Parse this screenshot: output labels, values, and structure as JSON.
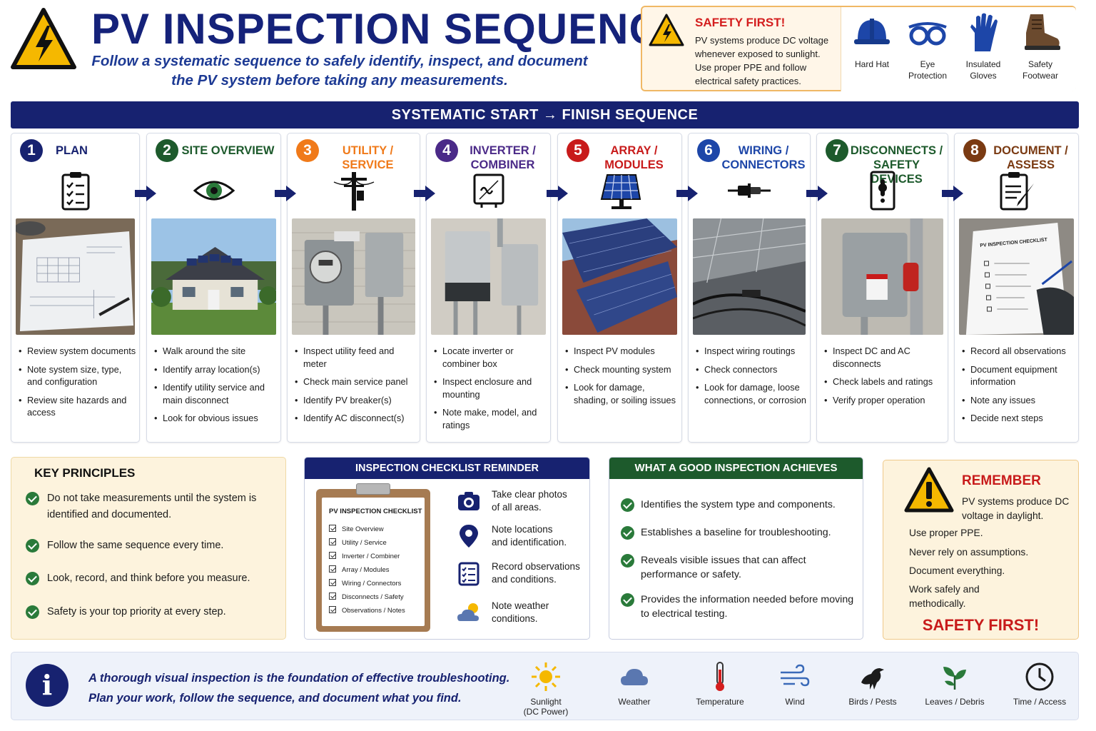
{
  "header": {
    "title": "PV INSPECTION SEQUENCE",
    "subtitle_line1": "Follow a systematic sequence to safely identify, inspect, and document",
    "subtitle_line2": "the PV system before taking any measurements."
  },
  "safety": {
    "title": "SAFETY FIRST!",
    "lines": [
      "PV systems produce DC voltage",
      "whenever exposed to sunlight.",
      "Use proper PPE and follow",
      "electrical safety practices."
    ],
    "ppe": [
      {
        "icon": "hard-hat-icon",
        "label1": "Hard Hat",
        "label2": ""
      },
      {
        "icon": "eye-protection-icon",
        "label1": "Eye",
        "label2": "Protection"
      },
      {
        "icon": "insulated-gloves-icon",
        "label1": "Insulated",
        "label2": "Gloves"
      },
      {
        "icon": "safety-footwear-icon",
        "label1": "Safety",
        "label2": "Footwear"
      }
    ]
  },
  "banner": "SYSTEMATIC START → FINISH SEQUENCE",
  "steps": [
    {
      "num": "1",
      "t1": "PLAN",
      "t2": "",
      "color": "#172270",
      "icon": "checklist-icon",
      "bullets": [
        "Review system documents",
        "Note system size, type, and configuration",
        "Review site hazards and access"
      ]
    },
    {
      "num": "2",
      "t1": "SITE OVERVIEW",
      "t2": "",
      "color": "#1d5a2c",
      "icon": "eye-icon",
      "bullets": [
        "Walk around the site",
        "Identify array location(s)",
        "Identify utility service and main disconnect",
        "Look for obvious issues"
      ]
    },
    {
      "num": "3",
      "t1": "UTILITY /",
      "t2": "SERVICE",
      "color": "#f07a1a",
      "icon": "utility-pole-icon",
      "bullets": [
        "Inspect utility feed and meter",
        "Check main service panel",
        "Identify PV breaker(s)",
        "Identify AC disconnect(s)"
      ]
    },
    {
      "num": "4",
      "t1": "INVERTER /",
      "t2": "COMBINER",
      "color": "#4b2a88",
      "icon": "inverter-icon",
      "bullets": [
        "Locate inverter or combiner box",
        "Inspect enclosure and mounting",
        "Note make, model, and ratings"
      ]
    },
    {
      "num": "5",
      "t1": "ARRAY /",
      "t2": "MODULES",
      "color": "#c81b1b",
      "icon": "solar-panel-icon",
      "bullets": [
        "Inspect PV modules",
        "Check mounting system",
        "Look for damage, shading, or soiling issues"
      ]
    },
    {
      "num": "6",
      "t1": "WIRING /",
      "t2": "CONNECTORS",
      "color": "#1d46a8",
      "icon": "connector-icon",
      "bullets": [
        "Inspect wiring routings",
        "Check connectors",
        "Look for damage, loose connections, or corrosion"
      ]
    },
    {
      "num": "7",
      "t1": "DISCONNECTS /",
      "t2": "SAFETY DEVICES",
      "color": "#1d5a2c",
      "icon": "disconnect-switch-icon",
      "bullets": [
        "Inspect DC and AC disconnects",
        "Check labels and ratings",
        "Verify proper operation"
      ]
    },
    {
      "num": "8",
      "t1": "DOCUMENT /",
      "t2": "ASSESS",
      "color": "#7a3a12",
      "icon": "document-pencil-icon",
      "bullets": [
        "Record all observations",
        "Document equipment information",
        "Note any issues",
        "Decide next steps"
      ]
    }
  ],
  "key_principles": {
    "title": "KEY PRINCIPLES",
    "items": [
      "Do not take measurements until the system is identified and documented.",
      "Follow the same sequence every time.",
      "Look, record, and think before you measure.",
      "Safety is your top priority at every step."
    ]
  },
  "checklist": {
    "title": "INSPECTION CHECKLIST REMINDER",
    "clipboard_title": "PV INSPECTION CHECKLIST",
    "clipboard_items": [
      "Site Overview",
      "Utility / Service",
      "Inverter / Combiner",
      "Array / Modules",
      "Wiring / Connectors",
      "Disconnects / Safety",
      "Observations / Notes"
    ],
    "reminders": [
      {
        "icon": "camera-icon",
        "l1": "Take clear photos",
        "l2": "of all areas."
      },
      {
        "icon": "location-pin-icon",
        "l1": "Note locations",
        "l2": "and identification."
      },
      {
        "icon": "clipboard-list-icon",
        "l1": "Record observations",
        "l2": "and conditions."
      },
      {
        "icon": "weather-icon",
        "l1": "Note weather",
        "l2": "conditions."
      }
    ]
  },
  "good_inspection": {
    "title": "WHAT A GOOD INSPECTION ACHIEVES",
    "items": [
      "Identifies the system type and components.",
      "Establishes a baseline for troubleshooting.",
      "Reveals visible issues that can affect performance or safety.",
      "Provides the information needed before moving to electrical testing."
    ]
  },
  "remember": {
    "title": "REMEMBER",
    "sub": "PV systems produce DC voltage in daylight.",
    "lines": [
      "Use proper PPE.",
      "Never rely on assumptions.",
      "Document everything.",
      "Work safely and methodically."
    ],
    "footer": "SAFETY FIRST!"
  },
  "footer": {
    "line1": "A thorough visual inspection is the foundation of effective troubleshooting.",
    "line2": "Plan your work, follow the sequence, and document what you find.",
    "factors": [
      {
        "icon": "sun-icon",
        "l1": "Sunlight",
        "l2": "(DC Power)"
      },
      {
        "icon": "cloud-icon",
        "l1": "Weather",
        "l2": ""
      },
      {
        "icon": "thermometer-icon",
        "l1": "Temperature",
        "l2": ""
      },
      {
        "icon": "wind-icon",
        "l1": "Wind",
        "l2": ""
      },
      {
        "icon": "bird-icon",
        "l1": "Birds / Pests",
        "l2": ""
      },
      {
        "icon": "leaves-icon",
        "l1": "Leaves / Debris",
        "l2": ""
      },
      {
        "icon": "clock-icon",
        "l1": "Time / Access",
        "l2": ""
      }
    ]
  },
  "colors": {
    "navy": "#172270",
    "green": "#1d5a2c",
    "red": "#c81b1b",
    "amber": "#f5b800"
  }
}
